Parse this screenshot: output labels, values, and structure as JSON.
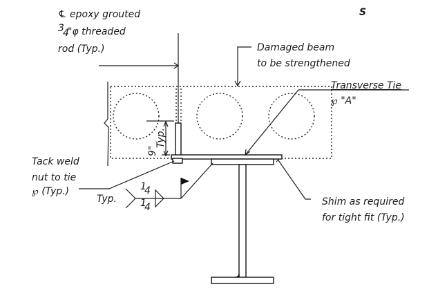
{
  "labels": {
    "rod_line1": "℄ epoxy grouted",
    "rod_frac": "3",
    "rod_frac_den": "4",
    "rod_line2": "\"φ threaded",
    "rod_line3": "rod (Typ.)",
    "beam_line1": "Damaged beam",
    "beam_line2": "to be strengthened",
    "tie_line1": "Transverse Tie",
    "tie_line2": "℘ \"A\"",
    "dim_value": "9\"",
    "dim_note": "Typ.",
    "tack_line1": "Tack weld",
    "tack_line2": "nut to tie",
    "tack_line3": "℘ (Typ.)",
    "shim_line1": "Shim as required",
    "shim_line2": "for tight fit (Typ.)",
    "weld_typ": "Typ.",
    "weld_top": "1",
    "weld_top_den": "4",
    "weld_bot": "1",
    "weld_bot_den": "4",
    "corner_mark": "S"
  }
}
